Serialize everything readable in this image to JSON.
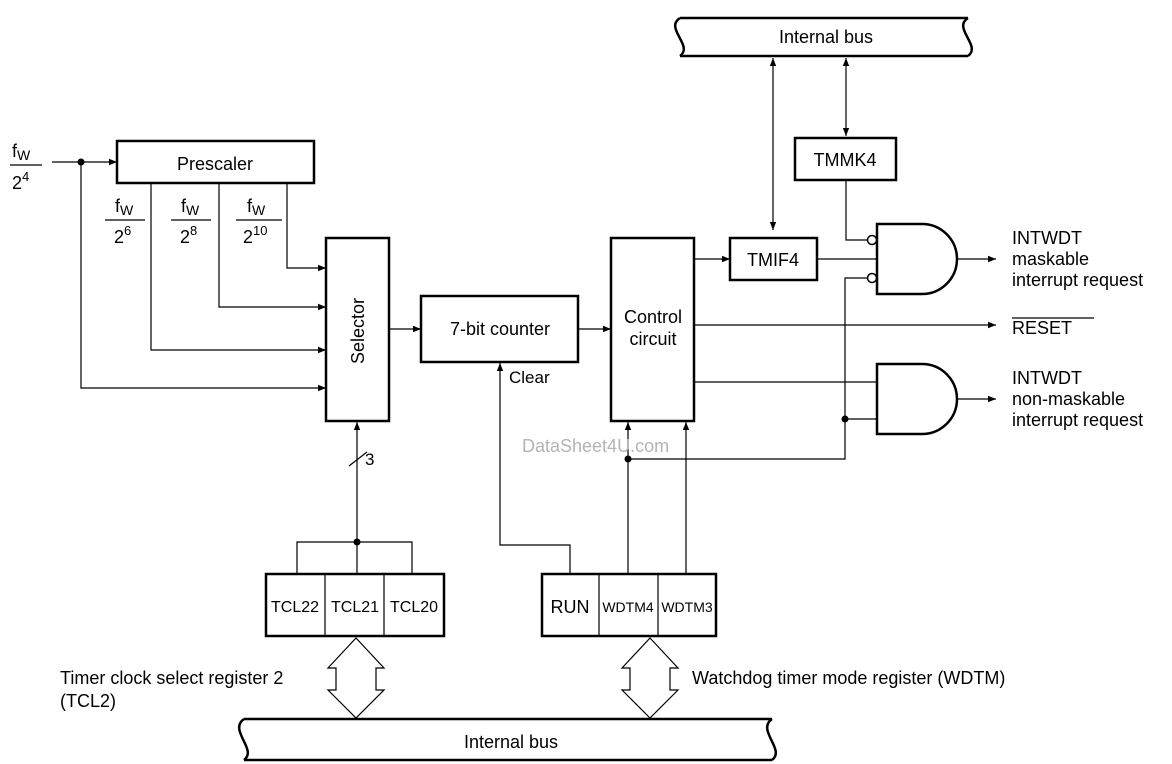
{
  "bus": {
    "top_label": "Internal bus",
    "bottom_label": "Internal bus"
  },
  "input": {
    "numerator": "f",
    "numerator_sub": "W",
    "denominator": "2",
    "denominator_exp": "4"
  },
  "prescaler": {
    "label": "Prescaler",
    "taps": [
      {
        "numerator": "f",
        "numerator_sub": "W",
        "denominator": "2",
        "exp": "6"
      },
      {
        "numerator": "f",
        "numerator_sub": "W",
        "denominator": "2",
        "exp": "8"
      },
      {
        "numerator": "f",
        "numerator_sub": "W",
        "denominator": "2",
        "exp": "10"
      }
    ]
  },
  "selector": {
    "label": "Selector",
    "bus_width": "3"
  },
  "counter": {
    "label": "7-bit counter",
    "clear_label": "Clear"
  },
  "control": {
    "line1": "Control",
    "line2": "circuit"
  },
  "tmif": {
    "label": "TMIF4"
  },
  "tmmk": {
    "label": "TMMK4"
  },
  "outputs": {
    "maskable": [
      "INTWDT",
      "maskable",
      "interrupt request"
    ],
    "reset": "RESET",
    "nonmaskable": [
      "INTWDT",
      "non-maskable",
      "interrupt request"
    ]
  },
  "tcl2": {
    "bits": [
      "TCL22",
      "TCL21",
      "TCL20"
    ],
    "caption_line1": "Timer clock select register 2",
    "caption_line2": "(TCL2)"
  },
  "wdtm": {
    "bits": [
      "RUN",
      "WDTM4",
      "WDTM3"
    ],
    "caption": "Watchdog timer mode register (WDTM)"
  },
  "watermark": "DataSheet4U.com"
}
